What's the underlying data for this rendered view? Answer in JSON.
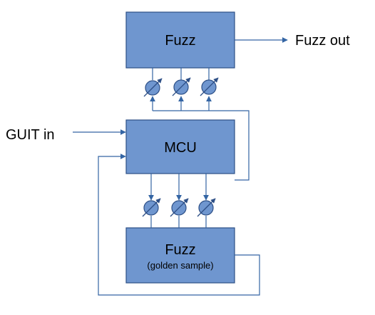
{
  "blocks": {
    "fuzz_top": {
      "title": "Fuzz"
    },
    "mcu": {
      "title": "MCU"
    },
    "fuzz_golden": {
      "title": "Fuzz",
      "subtitle": "(golden sample)"
    }
  },
  "labels": {
    "input": "GUIT in",
    "output": "Fuzz out"
  },
  "colors": {
    "block_fill": "#6f96cf",
    "block_stroke": "#2d4f86",
    "line": "#3465a4"
  },
  "pot_count_per_bank": 3
}
